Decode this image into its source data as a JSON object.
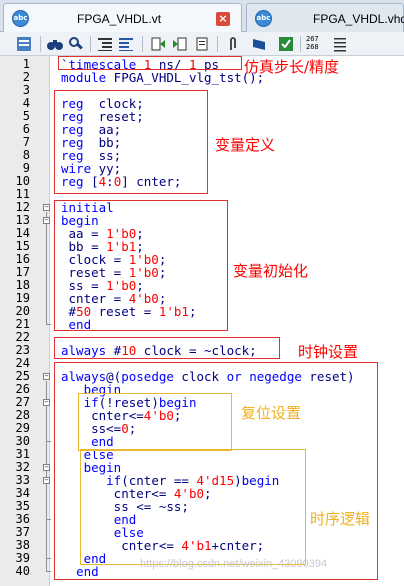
{
  "tabs": [
    {
      "title": "FPGA_VHDL.vt",
      "icon": "abc",
      "active": true
    },
    {
      "title": "FPGA_VHDL.vhd",
      "icon": "abc",
      "active": false
    }
  ],
  "toolbar": {
    "icons": [
      "document-icon",
      "binoculars-icon",
      "find-next-icon",
      "indent-icon",
      "unindent-icon",
      "insert-block-icon",
      "outdent-block-icon",
      "comment-icon",
      "paperclip-icon",
      "bookmark-icon",
      "run-script-icon",
      "line-numbers-icon",
      "align-icon"
    ],
    "counter_top": "267",
    "counter_bottom": "268"
  },
  "code": {
    "line_numbers": [
      "1",
      "2",
      "3",
      "4",
      "5",
      "6",
      "7",
      "8",
      "9",
      "10",
      "11",
      "12",
      "13",
      "14",
      "15",
      "16",
      "17",
      "18",
      "19",
      "20",
      "21",
      "22",
      "23",
      "24",
      "25",
      "26",
      "27",
      "28",
      "29",
      "30",
      "31",
      "32",
      "33",
      "34",
      "35",
      "36",
      "37",
      "38",
      "39",
      "40"
    ],
    "lines": [
      "`timescale 1 ns/ 1 ps",
      "module FPGA_VHDL_vlg_tst();",
      "",
      "reg  clock;",
      "reg  reset;",
      "reg  aa;",
      "reg  bb;",
      "reg  ss;",
      "wire yy;",
      "reg [4:0] cnter;",
      "",
      "initial",
      "begin",
      " aa = 1'b0;",
      " bb = 1'b1;",
      " clock = 1'b0;",
      " reset = 1'b0;",
      " ss = 1'b0;",
      " cnter = 4'b0;",
      " #50 reset = 1'b1;",
      " end",
      "",
      "always #10 clock = ~clock;",
      "",
      "always@(posedge clock or negedge reset)",
      "   begin",
      "   if(!reset)begin",
      "    cnter<=4'b0;",
      "    ss<=0;",
      "    end",
      "   else",
      "   begin",
      "      if(cnter == 4'd15)begin",
      "       cnter<= 4'b0;",
      "       ss <= ~ss;",
      "       end",
      "       else",
      "        cnter<= 4'b1+cnter;",
      "   end",
      "  end"
    ]
  },
  "annotations": {
    "timescale": "仿真步长/精度",
    "variables": "变量定义",
    "init": "变量初始化",
    "clock": "时钟设置",
    "reset": "复位设置",
    "logic": "时序逻辑"
  },
  "watermark": "https://blog.csdn.net/weixin_43090394",
  "colors": {
    "keyword": "#0000ff",
    "number": "#ff0000",
    "text": "#000080",
    "annotation_red": "#ff0000",
    "annotation_orange": "#f0b020"
  }
}
